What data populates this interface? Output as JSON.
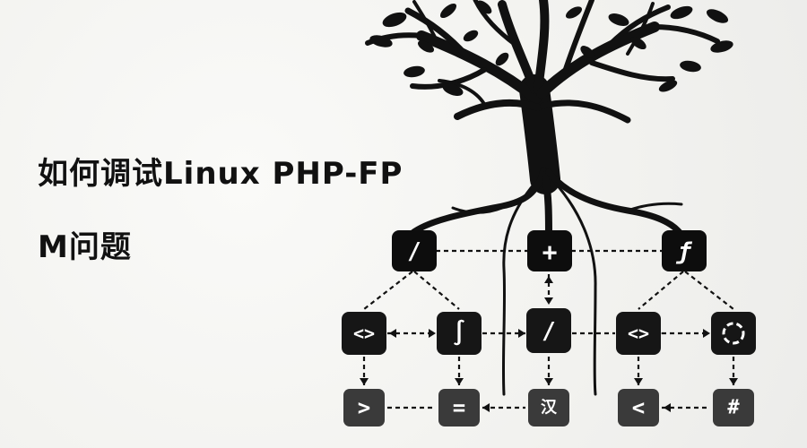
{
  "title": {
    "line1": "如何调试Linux PHP-FP",
    "line2": "M问题"
  },
  "colors": {
    "background": "#f4f4f2",
    "ink": "#111111",
    "node_top": "#0d0d0d",
    "node_mid": "#161616",
    "node_bottom": "#3a3a3a"
  },
  "nodes": {
    "top": [
      {
        "glyph": "/",
        "icon": "slash-icon"
      },
      {
        "glyph": "+",
        "icon": "plus-icon"
      },
      {
        "glyph": "ƒ",
        "icon": "function-icon"
      }
    ],
    "mid": [
      {
        "glyph": "<>",
        "icon": "angle-code-icon"
      },
      {
        "glyph": "∫",
        "icon": "integral-icon"
      },
      {
        "glyph": "/",
        "icon": "slash-icon"
      },
      {
        "glyph": "<>",
        "icon": "code-icon"
      },
      {
        "glyph": "",
        "icon": "refresh-icon"
      }
    ],
    "bottom": [
      {
        "glyph": ">",
        "icon": "greater-than-icon"
      },
      {
        "glyph": "=",
        "icon": "equals-icon"
      },
      {
        "glyph": "汉",
        "icon": "chinese-char-icon"
      },
      {
        "glyph": "<",
        "icon": "less-than-icon"
      },
      {
        "glyph": "#",
        "icon": "hash-icon"
      }
    ]
  }
}
